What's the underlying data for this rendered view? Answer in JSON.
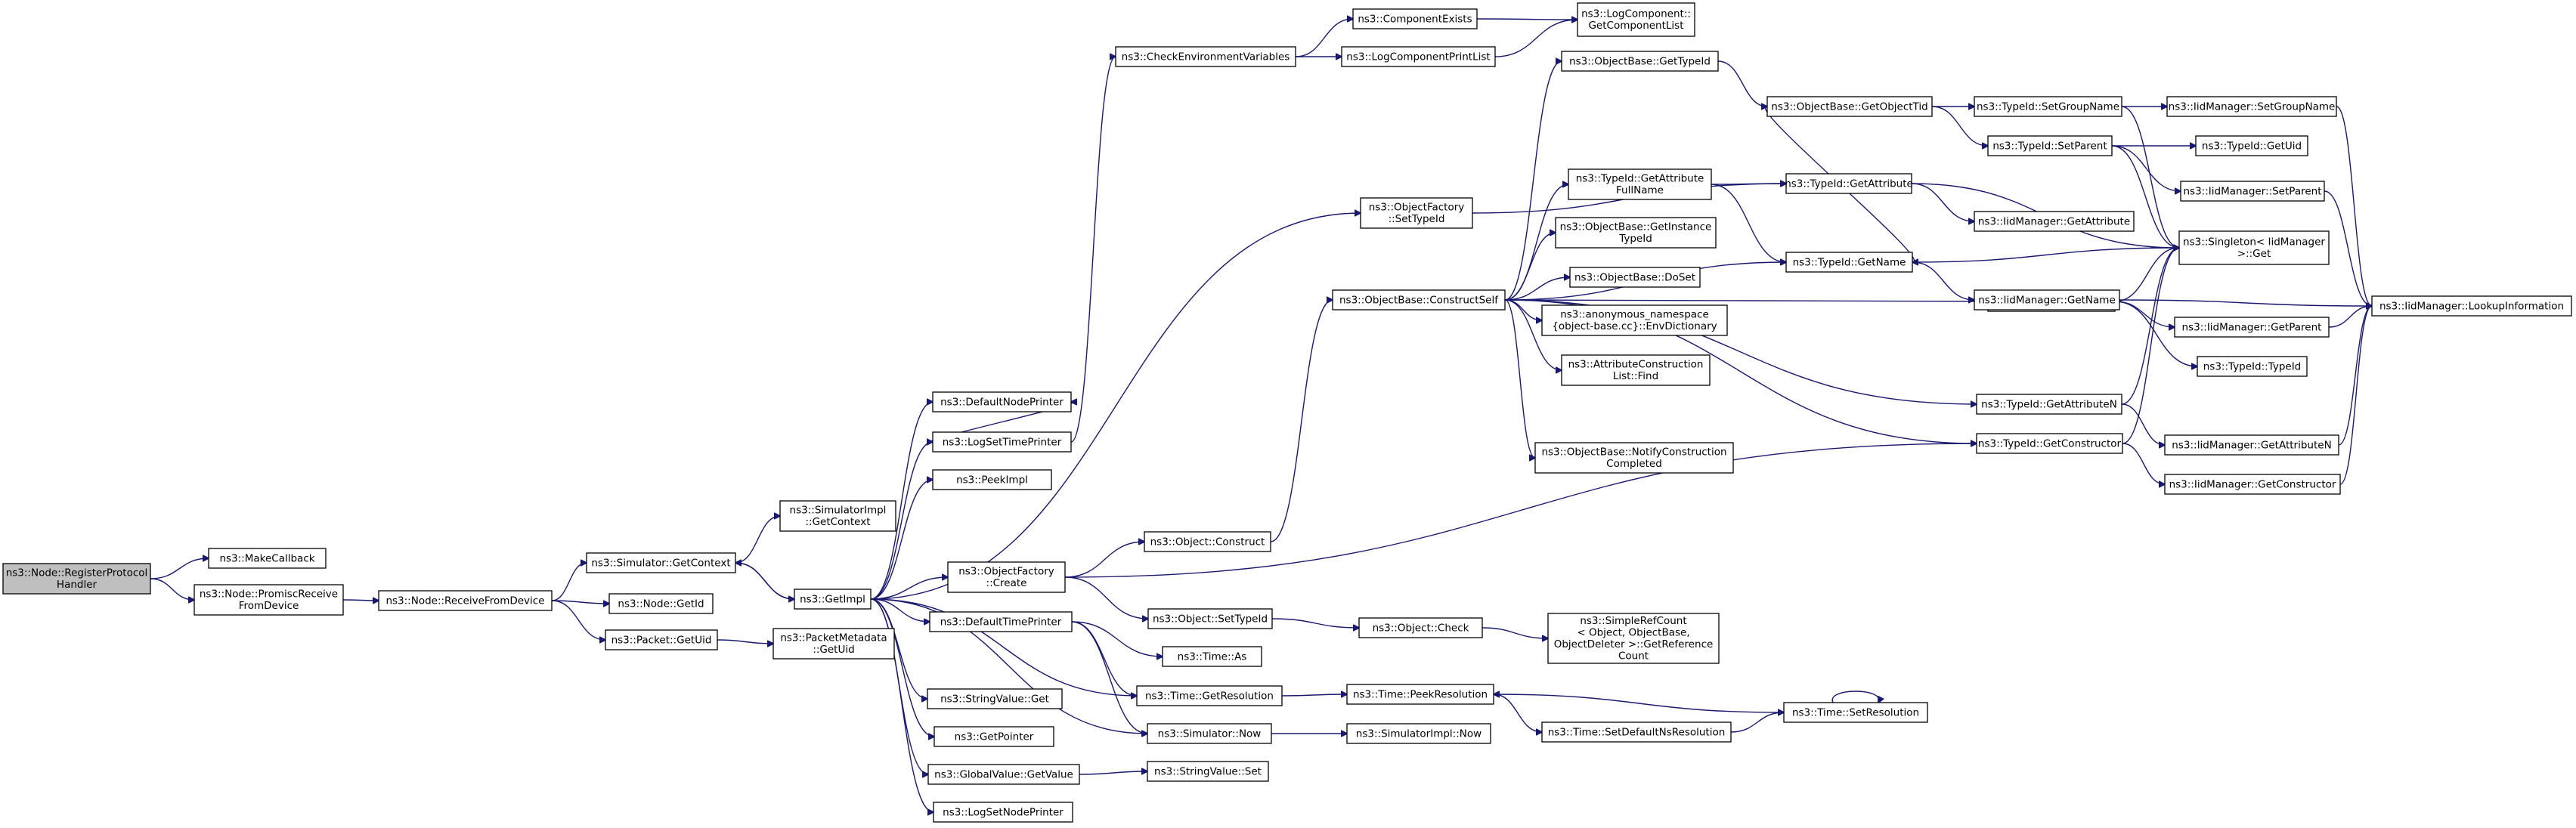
{
  "title": "",
  "nodes": [
    {
      "id": "root",
      "lines": [
        "ns3::Node::RegisterProtocol",
        "Handler"
      ],
      "root": true
    },
    {
      "id": "makecb",
      "lines": [
        "ns3::MakeCallback"
      ]
    },
    {
      "id": "promisc",
      "lines": [
        "ns3::Node::PromiscReceive",
        "FromDevice"
      ]
    },
    {
      "id": "recvdev",
      "lines": [
        "ns3::Node::ReceiveFromDevice"
      ]
    },
    {
      "id": "getctx",
      "lines": [
        "ns3::Simulator::GetContext"
      ]
    },
    {
      "id": "nodegetid",
      "lines": [
        "ns3::Node::GetId"
      ]
    },
    {
      "id": "pktgetuid",
      "lines": [
        "ns3::Packet::GetUid"
      ]
    },
    {
      "id": "simimplctx",
      "lines": [
        "ns3::SimulatorImpl",
        "::GetContext"
      ]
    },
    {
      "id": "getimpl",
      "lines": [
        "ns3::GetImpl"
      ]
    },
    {
      "id": "pktmeta",
      "lines": [
        "ns3::PacketMetadata",
        "::GetUid"
      ]
    },
    {
      "id": "defnodeprn",
      "lines": [
        "ns3::DefaultNodePrinter"
      ]
    },
    {
      "id": "logsettime",
      "lines": [
        "ns3::LogSetTimePrinter"
      ]
    },
    {
      "id": "peekimpl",
      "lines": [
        "ns3::PeekImpl"
      ]
    },
    {
      "id": "objfactcreate",
      "lines": [
        "ns3::ObjectFactory",
        "::Create"
      ]
    },
    {
      "id": "deftimeprn",
      "lines": [
        "ns3::DefaultTimePrinter"
      ]
    },
    {
      "id": "strvalget",
      "lines": [
        "ns3::StringValue::Get"
      ]
    },
    {
      "id": "getpointer",
      "lines": [
        "ns3::GetPointer"
      ]
    },
    {
      "id": "globalval",
      "lines": [
        "ns3::GlobalValue::GetValue"
      ]
    },
    {
      "id": "logsetnode",
      "lines": [
        "ns3::LogSetNodePrinter"
      ]
    },
    {
      "id": "checkenv",
      "lines": [
        "ns3::CheckEnvironmentVariables"
      ]
    },
    {
      "id": "objconstruct",
      "lines": [
        "ns3::Object::Construct"
      ]
    },
    {
      "id": "objsettypeid",
      "lines": [
        "ns3::Object::SetTypeId"
      ]
    },
    {
      "id": "timeas",
      "lines": [
        "ns3::Time::As"
      ]
    },
    {
      "id": "timegetres",
      "lines": [
        "ns3::Time::GetResolution"
      ]
    },
    {
      "id": "simnow",
      "lines": [
        "ns3::Simulator::Now"
      ]
    },
    {
      "id": "strvalset",
      "lines": [
        "ns3::StringValue::Set"
      ]
    },
    {
      "id": "compexists",
      "lines": [
        "ns3::ComponentExists"
      ]
    },
    {
      "id": "logcompprint",
      "lines": [
        "ns3::LogComponentPrintList"
      ]
    },
    {
      "id": "objfactsettid",
      "lines": [
        "ns3::ObjectFactory",
        "::SetTypeId"
      ]
    },
    {
      "id": "objbaseconstruct",
      "lines": [
        "ns3::ObjectBase::ConstructSelf"
      ]
    },
    {
      "id": "objcheck",
      "lines": [
        "ns3::Object::Check"
      ]
    },
    {
      "id": "timepeekres",
      "lines": [
        "ns3::Time::PeekResolution"
      ]
    },
    {
      "id": "simimplnow",
      "lines": [
        "ns3::SimulatorImpl::Now"
      ]
    },
    {
      "id": "logcompget",
      "lines": [
        "ns3::LogComponent::",
        "GetComponentList"
      ]
    },
    {
      "id": "obgettypeid",
      "lines": [
        "ns3::ObjectBase::GetTypeId"
      ]
    },
    {
      "id": "tidgetattrfull",
      "lines": [
        "ns3::TypeId::GetAttribute",
        "FullName"
      ]
    },
    {
      "id": "obgetinst",
      "lines": [
        "ns3::ObjectBase::GetInstance",
        "TypeId"
      ]
    },
    {
      "id": "obdoset",
      "lines": [
        "ns3::ObjectBase::DoSet"
      ]
    },
    {
      "id": "anonenv",
      "lines": [
        "ns3::anonymous_namespace",
        "{object-base.cc}::EnvDictionary"
      ]
    },
    {
      "id": "attrconsfind",
      "lines": [
        "ns3::AttributeConstruction",
        "List::Find"
      ]
    },
    {
      "id": "obnotify",
      "lines": [
        "ns3::ObjectBase::NotifyConstruction",
        "Completed"
      ]
    },
    {
      "id": "simplerefcount",
      "lines": [
        "ns3::SimpleRefCount",
        "< Object, ObjectBase,",
        "ObjectDeleter >::GetReference",
        "Count"
      ]
    },
    {
      "id": "timesetdefns",
      "lines": [
        "ns3::Time::SetDefaultNsResolution"
      ]
    },
    {
      "id": "obgetobjtid",
      "lines": [
        "ns3::ObjectBase::GetObjectTid"
      ]
    },
    {
      "id": "tidgetattr",
      "lines": [
        "ns3::TypeId::GetAttribute"
      ]
    },
    {
      "id": "tidgetname",
      "lines": [
        "ns3::TypeId::GetName"
      ]
    },
    {
      "id": "tidgetparent",
      "lines": [
        "ns3::TypeId::GetParent"
      ]
    },
    {
      "id": "tidgetattrn",
      "lines": [
        "ns3::TypeId::GetAttributeN"
      ]
    },
    {
      "id": "tidgetcons",
      "lines": [
        "ns3::TypeId::GetConstructor"
      ]
    },
    {
      "id": "timesetres",
      "lines": [
        "ns3::Time::SetResolution"
      ]
    },
    {
      "id": "tidsetgroup",
      "lines": [
        "ns3::TypeId::SetGroupName"
      ]
    },
    {
      "id": "tidsetparent",
      "lines": [
        "ns3::TypeId::SetParent"
      ]
    },
    {
      "id": "iidgetattr",
      "lines": [
        "ns3::IidManager::GetAttribute"
      ]
    },
    {
      "id": "iidgetname",
      "lines": [
        "ns3::IidManager::GetName"
      ]
    },
    {
      "id": "iidsetgroup",
      "lines": [
        "ns3::IidManager::SetGroupName"
      ]
    },
    {
      "id": "tidgetuid",
      "lines": [
        "ns3::TypeId::GetUid"
      ]
    },
    {
      "id": "iidsetparent",
      "lines": [
        "ns3::IidManager::SetParent"
      ]
    },
    {
      "id": "singleton",
      "lines": [
        "ns3::Singleton< IidManager",
        ">::Get"
      ]
    },
    {
      "id": "iidgetparent",
      "lines": [
        "ns3::IidManager::GetParent"
      ]
    },
    {
      "id": "tidtypeid",
      "lines": [
        "ns3::TypeId::TypeId"
      ]
    },
    {
      "id": "iidgetattrn",
      "lines": [
        "ns3::IidManager::GetAttributeN"
      ]
    },
    {
      "id": "iidgetcons",
      "lines": [
        "ns3::IidManager::GetConstructor"
      ]
    },
    {
      "id": "iidlookup",
      "lines": [
        "ns3::IidManager::LookupInformation"
      ]
    }
  ],
  "edges": [
    [
      "root",
      "makecb"
    ],
    [
      "root",
      "promisc"
    ],
    [
      "promisc",
      "recvdev"
    ],
    [
      "recvdev",
      "getctx"
    ],
    [
      "recvdev",
      "nodegetid"
    ],
    [
      "recvdev",
      "pktgetuid"
    ],
    [
      "getctx",
      "simimplctx"
    ],
    [
      "getctx",
      "getimpl"
    ],
    [
      "getimpl",
      "getctx"
    ],
    [
      "pktgetuid",
      "pktmeta"
    ],
    [
      "getimpl",
      "defnodeprn"
    ],
    [
      "getimpl",
      "logsettime"
    ],
    [
      "getimpl",
      "peekimpl"
    ],
    [
      "getimpl",
      "objfactcreate"
    ],
    [
      "getimpl",
      "deftimeprn"
    ],
    [
      "getimpl",
      "strvalget"
    ],
    [
      "getimpl",
      "getpointer"
    ],
    [
      "getimpl",
      "globalval"
    ],
    [
      "getimpl",
      "logsetnode"
    ],
    [
      "getimpl",
      "objfactsettid"
    ],
    [
      "getimpl",
      "simnow"
    ],
    [
      "getimpl",
      "timegetres"
    ],
    [
      "logsettime",
      "checkenv"
    ],
    [
      "logsettime",
      "defnodeprn"
    ],
    [
      "checkenv",
      "compexists"
    ],
    [
      "checkenv",
      "logcompprint"
    ],
    [
      "compexists",
      "logcompget"
    ],
    [
      "logcompprint",
      "logcompget"
    ],
    [
      "objfactcreate",
      "objconstruct"
    ],
    [
      "objfactcreate",
      "objsettypeid"
    ],
    [
      "objfactcreate",
      "tidgetcons"
    ],
    [
      "objconstruct",
      "objbaseconstruct"
    ],
    [
      "objsettypeid",
      "objcheck"
    ],
    [
      "objcheck",
      "simplerefcount"
    ],
    [
      "deftimeprn",
      "timeas"
    ],
    [
      "deftimeprn",
      "timegetres"
    ],
    [
      "deftimeprn",
      "simnow"
    ],
    [
      "timegetres",
      "timepeekres"
    ],
    [
      "simnow",
      "simimplnow"
    ],
    [
      "globalval",
      "strvalset"
    ],
    [
      "objfactsettid",
      "tidgetattr"
    ],
    [
      "objbaseconstruct",
      "obgettypeid"
    ],
    [
      "objbaseconstruct",
      "tidgetattrfull"
    ],
    [
      "objbaseconstruct",
      "obgetinst"
    ],
    [
      "objbaseconstruct",
      "obdoset"
    ],
    [
      "objbaseconstruct",
      "anonenv"
    ],
    [
      "objbaseconstruct",
      "attrconsfind"
    ],
    [
      "objbaseconstruct",
      "obnotify"
    ],
    [
      "objbaseconstruct",
      "tidgetname"
    ],
    [
      "objbaseconstruct",
      "tidgetparent"
    ],
    [
      "objbaseconstruct",
      "tidgetattrn"
    ],
    [
      "objbaseconstruct",
      "tidgetcons"
    ],
    [
      "obgettypeid",
      "obgetobjtid"
    ],
    [
      "tidgetattrfull",
      "tidgetattr"
    ],
    [
      "tidgetattrfull",
      "tidgetname"
    ],
    [
      "obgetobjtid",
      "tidsetgroup"
    ],
    [
      "obgetobjtid",
      "tidsetparent"
    ],
    [
      "obgetobjtid",
      "tidgetname"
    ],
    [
      "tidgetattr",
      "iidgetattr"
    ],
    [
      "tidgetattr",
      "singleton"
    ],
    [
      "tidgetname",
      "singleton"
    ],
    [
      "tidgetname",
      "iidgetname"
    ],
    [
      "tidsetgroup",
      "iidsetgroup"
    ],
    [
      "tidsetgroup",
      "singleton"
    ],
    [
      "tidsetparent",
      "tidgetuid"
    ],
    [
      "tidsetparent",
      "iidsetparent"
    ],
    [
      "tidsetparent",
      "singleton"
    ],
    [
      "iidsetgroup",
      "iidlookup"
    ],
    [
      "iidsetparent",
      "iidlookup"
    ],
    [
      "iidgetname",
      "iidlookup"
    ],
    [
      "tidgetparent",
      "iidgetparent"
    ],
    [
      "tidgetparent",
      "tidtypeid"
    ],
    [
      "tidgetparent",
      "singleton"
    ],
    [
      "iidgetparent",
      "iidlookup"
    ],
    [
      "tidgetattrn",
      "iidgetattrn"
    ],
    [
      "tidgetattrn",
      "singleton"
    ],
    [
      "iidgetattrn",
      "iidlookup"
    ],
    [
      "tidgetcons",
      "iidgetcons"
    ],
    [
      "tidgetcons",
      "singleton"
    ],
    [
      "iidgetcons",
      "iidlookup"
    ],
    [
      "timepeekres",
      "timesetdefns"
    ],
    [
      "timesetdefns",
      "timesetres"
    ],
    [
      "timesetres",
      "timepeekres"
    ],
    [
      "timesetres",
      "timesetres"
    ]
  ]
}
